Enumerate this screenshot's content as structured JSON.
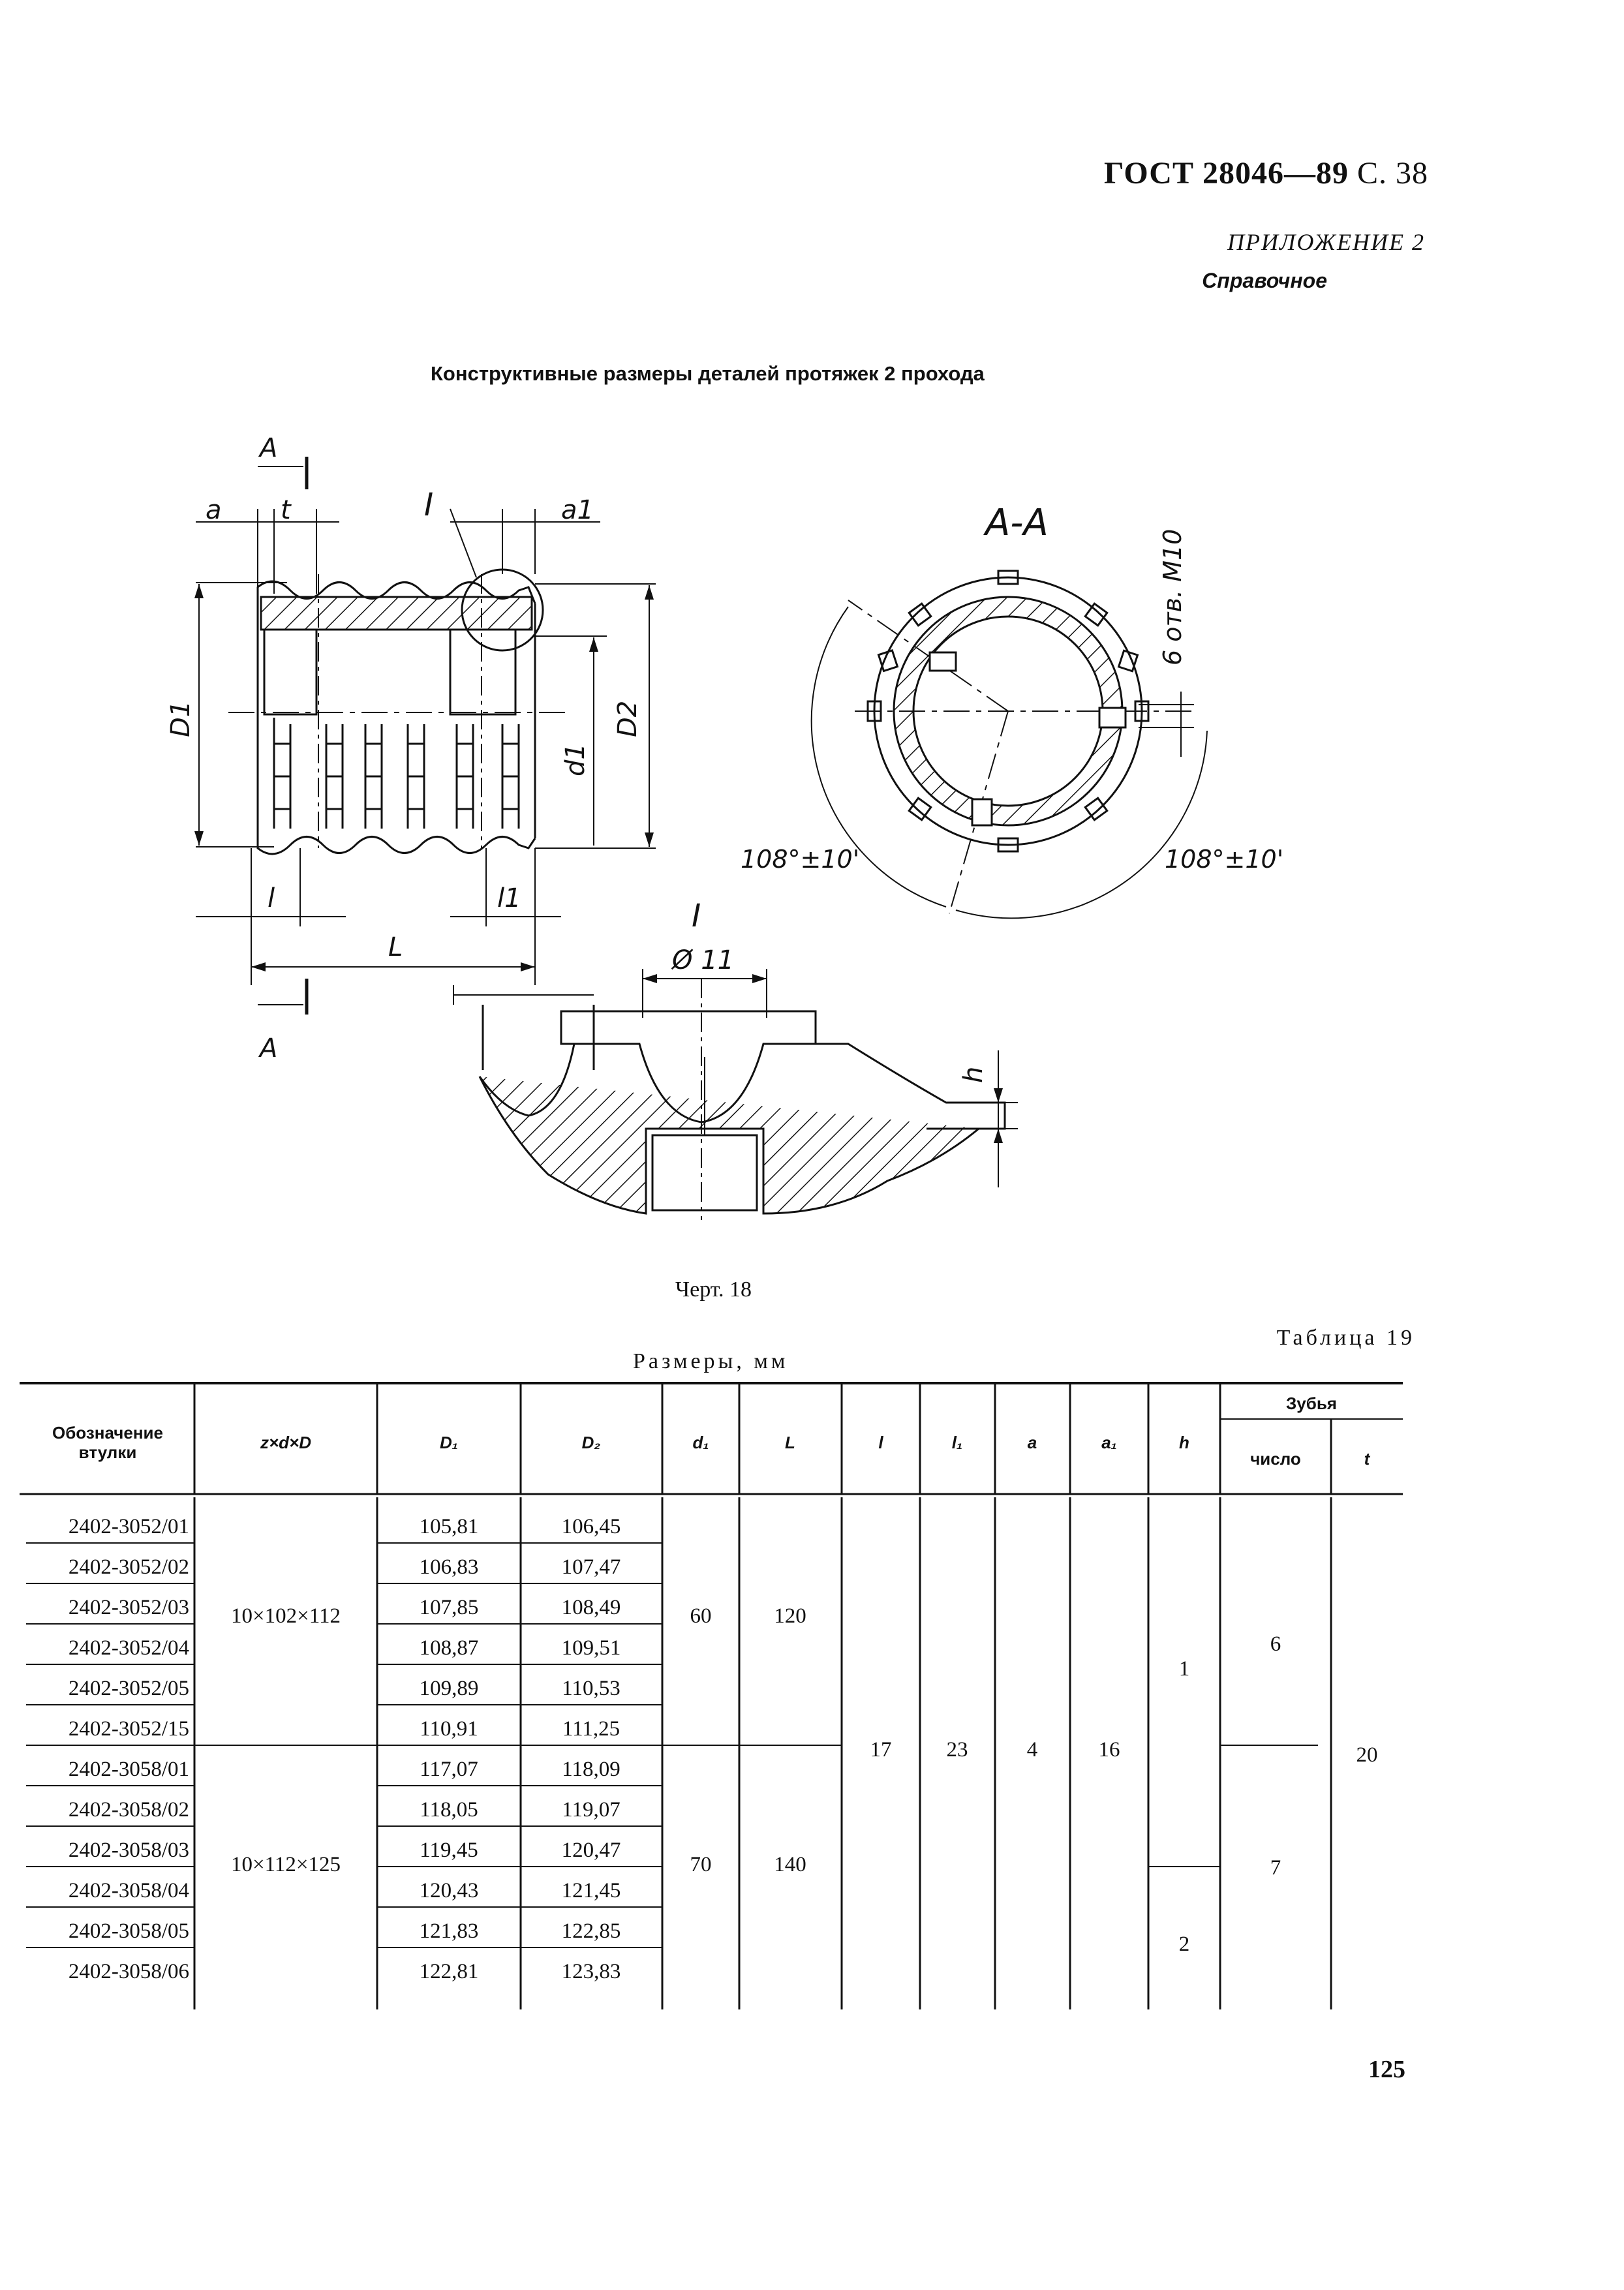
{
  "header": {
    "standard": "ГОСТ 28046—89",
    "page_ref": "С. 38"
  },
  "appendix": {
    "label": "ПРИЛОЖЕНИЕ 2",
    "kind": "Справочное"
  },
  "title": "Конструктивные размеры деталей протяжек 2 прохода",
  "drawing": {
    "labels": {
      "section_mark": "А",
      "section_view": "А-А",
      "detail_mark": "I",
      "a": "a",
      "t": "t",
      "a1": "a1",
      "D1": "D1",
      "D2": "D2",
      "d1": "d1",
      "l": "l",
      "l1": "l1",
      "L": "L",
      "hole": "6 отв. М10",
      "angle_left": "108°±10'",
      "angle_right": "108°±10'",
      "diameter": "Ø 11",
      "h": "h"
    }
  },
  "caption": "Черт. 18",
  "table_no": "Таблица 19",
  "units": "Размеры, мм",
  "table": {
    "headers": {
      "designation": "Обозначение втулки",
      "zdD": "z×d×D",
      "D1": "D₁",
      "D2": "D₂",
      "d1": "d₁",
      "L": "L",
      "l": "l",
      "l1": "l₁",
      "a": "a",
      "a1": "a₁",
      "h": "h",
      "teeth": "Зубья",
      "count": "число",
      "t": "t"
    },
    "rows": [
      {
        "id": "2402-3052/01",
        "D1": "105,81",
        "D2": "106,45"
      },
      {
        "id": "2402-3052/02",
        "D1": "106,83",
        "D2": "107,47"
      },
      {
        "id": "2402-3052/03",
        "D1": "107,85",
        "D2": "108,49"
      },
      {
        "id": "2402-3052/04",
        "D1": "108,87",
        "D2": "109,51"
      },
      {
        "id": "2402-3052/05",
        "D1": "109,89",
        "D2": "110,53"
      },
      {
        "id": "2402-3052/15",
        "D1": "110,91",
        "D2": "111,25"
      },
      {
        "id": "2402-3058/01",
        "D1": "117,07",
        "D2": "118,09"
      },
      {
        "id": "2402-3058/02",
        "D1": "118,05",
        "D2": "119,07"
      },
      {
        "id": "2402-3058/03",
        "D1": "119,45",
        "D2": "120,47"
      },
      {
        "id": "2402-3058/04",
        "D1": "120,43",
        "D2": "121,45"
      },
      {
        "id": "2402-3058/05",
        "D1": "121,83",
        "D2": "122,85"
      },
      {
        "id": "2402-3058/06",
        "D1": "122,81",
        "D2": "123,83"
      }
    ],
    "groups": [
      {
        "zdD": "10×102×112",
        "d1": "60",
        "L": "120",
        "teeth_count": "6"
      },
      {
        "zdD": "10×112×125",
        "d1": "70",
        "L": "140",
        "teeth_count": "7"
      }
    ],
    "common": {
      "l": "17",
      "l1": "23",
      "a": "4",
      "a1": "16",
      "t": "20"
    },
    "h_values": [
      "1",
      "2"
    ]
  },
  "page_number": "125"
}
